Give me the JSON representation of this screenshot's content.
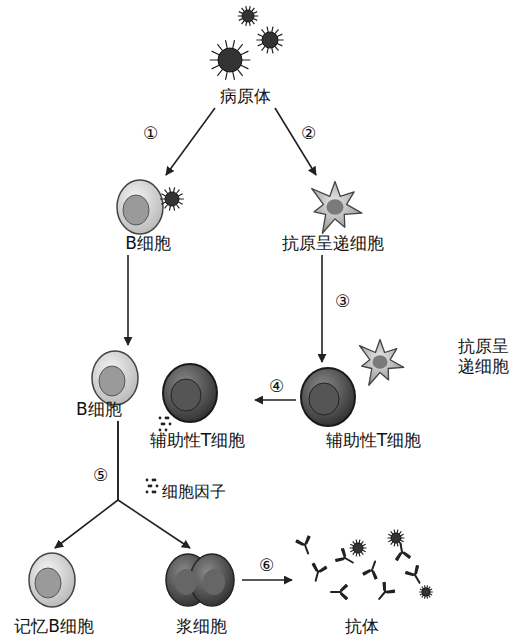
{
  "diagram": {
    "nodes": [
      {
        "text": [
          "病原体"
        ]
      },
      {
        "text": [
          "B细胞"
        ]
      },
      {
        "text": [
          "抗原呈递细胞"
        ]
      },
      {
        "text": [
          "B细胞"
        ]
      },
      {
        "text": [
          "辅助性T细胞"
        ]
      },
      {
        "text": [
          "辅助性T细胞"
        ]
      },
      {
        "text": [
          "抗原呈递细胞"
        ]
      },
      {
        "text": [
          "记忆B细胞"
        ]
      },
      {
        "text": [
          "浆细胞"
        ]
      },
      {
        "text": [
          "抗体"
        ]
      }
    ],
    "edges": [
      {
        "from": 0,
        "to": 1,
        "label": "①",
        "arrow": "to"
      },
      {
        "from": 0,
        "to": 2,
        "label": "②",
        "arrow": "to"
      },
      {
        "from": 1,
        "to": 3,
        "arrow": "to"
      },
      {
        "from": 2,
        "to": 5,
        "label": "③",
        "arrow": "to"
      },
      {
        "from": 5,
        "to": 4,
        "label": "④",
        "arrow": "to"
      },
      {
        "from": 3,
        "to": 7,
        "label": "⑤",
        "arrow": "to"
      },
      {
        "from": 3,
        "to": 8,
        "arrow": "to"
      },
      {
        "from": 8,
        "to": 9,
        "label": "⑥",
        "arrow": "to"
      }
    ],
    "labels": [
      "细胞因子"
    ]
  }
}
